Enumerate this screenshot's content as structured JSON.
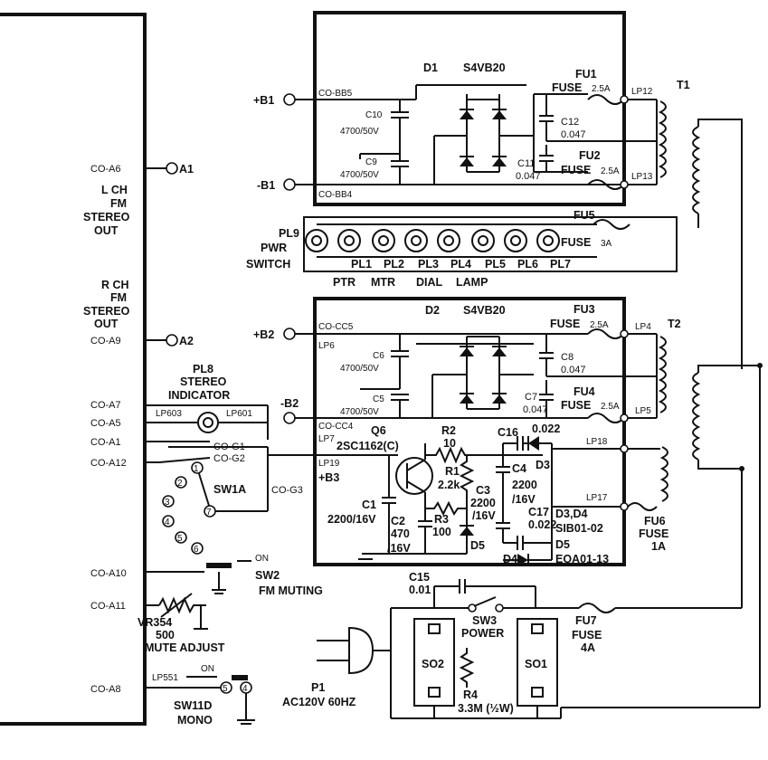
{
  "labels": {
    "coA6": "CO-A6",
    "a1": "A1",
    "lch1": "L CH",
    "lch2": "FM",
    "lch3": "STEREO",
    "lch4": "OUT",
    "rch1": "R CH",
    "rch2": "FM",
    "rch3": "STEREO",
    "rch4": "OUT",
    "coA9": "CO-A9",
    "a2": "A2",
    "pl8a": "PL8",
    "pl8b": "STEREO",
    "pl8c": "INDICATOR",
    "coA7": "CO-A7",
    "coA5": "CO-A5",
    "coA1": "CO-A1",
    "coA12": "CO-A12",
    "lp603": "LP603",
    "lp601": "LP601",
    "coG1": "CO-G1",
    "coG2": "CO-G2",
    "coG3": "CO-G3",
    "sw1a": "SW1A",
    "n1": "1",
    "n2": "2",
    "n3": "3",
    "n4": "4",
    "n5": "5",
    "n6": "6",
    "n7": "7",
    "coA10": "CO-A10",
    "on1": "ON",
    "sw2": "SW2",
    "fmMuting": "FM MUTING",
    "coA11": "CO-A11",
    "vr354": "VR354",
    "vr500": "500",
    "muteAdjust": "MUTE ADJUST",
    "coA8": "CO-A8",
    "lp551": "LP551",
    "on2": "ON",
    "sw11d": "SW11D",
    "mono": "MONO",
    "sw11n5": "5",
    "sw11n4": "4",
    "d1": "D1",
    "s4vb20a": "S4VB20",
    "b1p": "+B1",
    "coBB5": "CO-BB5",
    "c10": "C10",
    "c10v": "4700/50V",
    "c9": "C9",
    "c9v": "4700/50V",
    "b1m": "-B1",
    "coBB4": "CO-BB4",
    "fu1": "FU1",
    "fuse1": "FUSE",
    "fu1r": "2.5A",
    "lp12": "LP12",
    "t1": "T1",
    "c12": "C12",
    "c12v": "0.047",
    "c11": "C11",
    "c11v": "0.047",
    "fu2": "FU2",
    "fuse2": "FUSE",
    "fu2r": "2.5A",
    "lp13": "LP13",
    "fu5": "FU5",
    "fuse5": "FUSE",
    "fu5r": "3A",
    "pl9": "PL9",
    "pwr": "PWR",
    "switch": "SWITCH",
    "pl1": "PL1",
    "pl2": "PL2",
    "pl3": "PL3",
    "pl4": "PL4",
    "pl5": "PL5",
    "pl6": "PL6",
    "pl7": "PL7",
    "ptr": "PTR",
    "mtr": "MTR",
    "dial": "DIAL",
    "lamp": "LAMP",
    "d2": "D2",
    "s4vb20b": "S4VB20",
    "fu3": "FU3",
    "fuse3": "FUSE",
    "fu3r": "2.5A",
    "lp4": "LP4",
    "t2": "T2",
    "b2p": "+B2",
    "coCC5": "CO-CC5",
    "lp6": "LP6",
    "c6": "C6",
    "c6v": "4700/50V",
    "c8": "C8",
    "c8v": "0.047",
    "b2m": "-B2",
    "c5": "C5",
    "c5v": "4700/50V",
    "coCC4": "CO-CC4",
    "lp7": "LP7",
    "c7": "C7",
    "c7v": "0.047",
    "fu4": "FU4",
    "fuse4": "FUSE",
    "fu4r": "2.5A",
    "lp5": "LP5",
    "q6": "Q6",
    "q6t": "2SC1162(C)",
    "r2": "R2",
    "r2v": "10",
    "c16": "C16",
    "c16v": "0.022",
    "lp18": "LP18",
    "lp19": "LP19",
    "b3": "+B3",
    "r1": "R1",
    "r1v": "2.2k",
    "c4": "C4",
    "c4v1": "2200",
    "c4v2": "/16V",
    "d3": "D3",
    "c3": "C3",
    "c3v1": "2200",
    "c3v2": "/16V",
    "lp17": "LP17",
    "c1": "C1",
    "c1v": "2200/16V",
    "c2": "C2",
    "c2v1": "470",
    "c2v2": "/16V",
    "r3": "R3",
    "r3v": "100",
    "c17": "C17",
    "c17v": "0.022",
    "d3d4": "D3,D4",
    "sib": "SIB01-02",
    "d5lbl": "D5",
    "d5": "D5",
    "d4": "D4",
    "eqa": "EQA01-13",
    "fu6": "FU6",
    "fuse6": "FUSE",
    "fu6r": "1A",
    "c15": "C15",
    "c15v": "0.01",
    "sw3": "SW3",
    "power": "POWER",
    "so2": "SO2",
    "so1": "SO1",
    "r4": "R4",
    "r4v": "3.3M (½W)",
    "fu7": "FU7",
    "fuse7": "FUSE",
    "fu7r": "4A",
    "p1": "P1",
    "ac": "AC120V 60HZ"
  }
}
